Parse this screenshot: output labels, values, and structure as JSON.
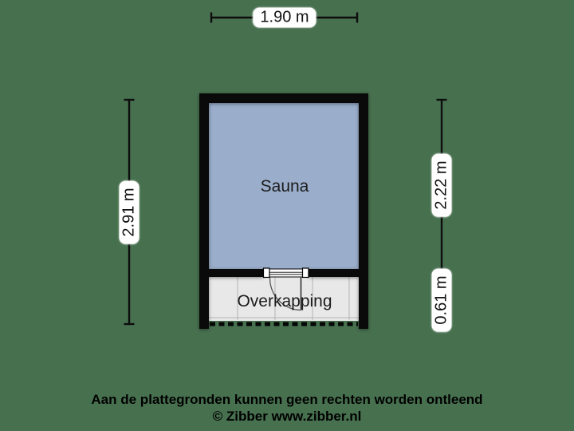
{
  "page": {
    "background_color": "#47704f",
    "type_hint": "floorplan"
  },
  "plan": {
    "rooms": [
      {
        "label": "Sauna",
        "fill": "#9aaecb"
      },
      {
        "label": "Overkapping",
        "fill": "#e8e8e8"
      }
    ],
    "wall_color": "#0a0a0a",
    "dimensions": {
      "width_top": "1.90 m",
      "height_left": "2.91 m",
      "height_right_upper": "2.22 m",
      "height_right_lower": "0.61 m"
    }
  },
  "footer": {
    "disclaimer": "Aan de plattegronden kunnen geen rechten worden ontleend",
    "copyright": "© Zibber www.zibber.nl"
  }
}
